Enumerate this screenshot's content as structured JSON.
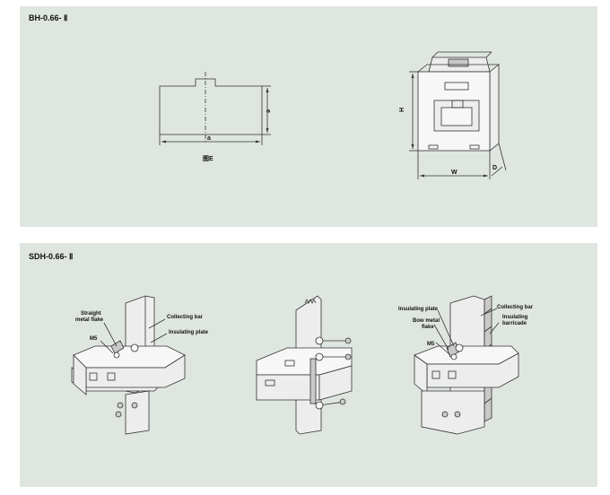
{
  "panel_top": {
    "title": "BH-0.66- Ⅱ"
  },
  "panel_bottom": {
    "title": "SDH-0.66- Ⅱ"
  },
  "diagram_e": {
    "label_a": "a",
    "label_e": "e",
    "caption": "图E"
  },
  "diagram_dims": {
    "label_h": "H",
    "label_w": "W",
    "label_d": "D"
  },
  "figure_left": {
    "straight_flake": [
      "Straight",
      "metal flake"
    ],
    "collecting_bar": "Collecting bar",
    "m5": "M5",
    "insulating_plate": "Insulating plate"
  },
  "figure_right": {
    "insulating_plate": "Insulating plate",
    "collecting_bar": "Collecting bar",
    "bow_flake": [
      "Bow metal",
      "flake"
    ],
    "insulating_barricade": [
      "Insulating",
      "barricade"
    ],
    "m5": "M5"
  },
  "colors": {
    "panel_bg": "#dfe6df",
    "line": "#333333"
  }
}
